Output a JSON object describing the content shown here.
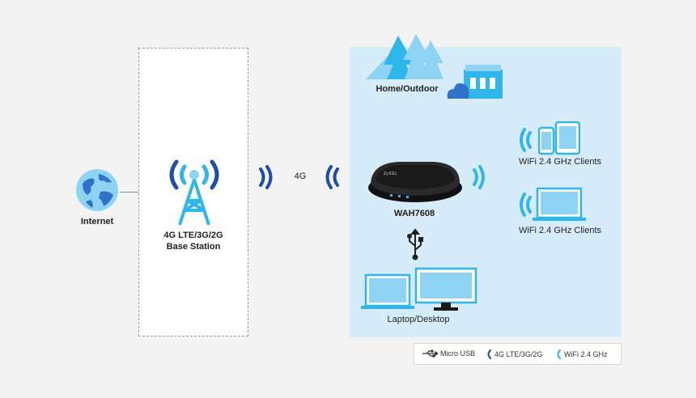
{
  "internet": {
    "label": "Internet"
  },
  "base_station": {
    "label_line1": "4G LTE/3G/2G",
    "label_line2": "Base Station"
  },
  "link": {
    "label": "4G"
  },
  "home": {
    "label": "Home/Outdoor"
  },
  "device": {
    "model": "WAH7608",
    "brand_text": "ZyXEL"
  },
  "clients": {
    "mobile_label": "WiFi 2.4 GHz Clients",
    "laptop_label": "WiFi 2.4 GHz Clients"
  },
  "wired": {
    "label": "Laptop/Desktop"
  },
  "legend": {
    "usb": "Micro USB",
    "cellular": "4G LTE/3G/2G",
    "wifi": "WiFi 2.4 GHz"
  },
  "colors": {
    "cellular": "#1d4fa3",
    "wifi": "#2fb6ea",
    "device_bg": "#d7ecfb",
    "icon_fill": "#8fd3f4"
  }
}
